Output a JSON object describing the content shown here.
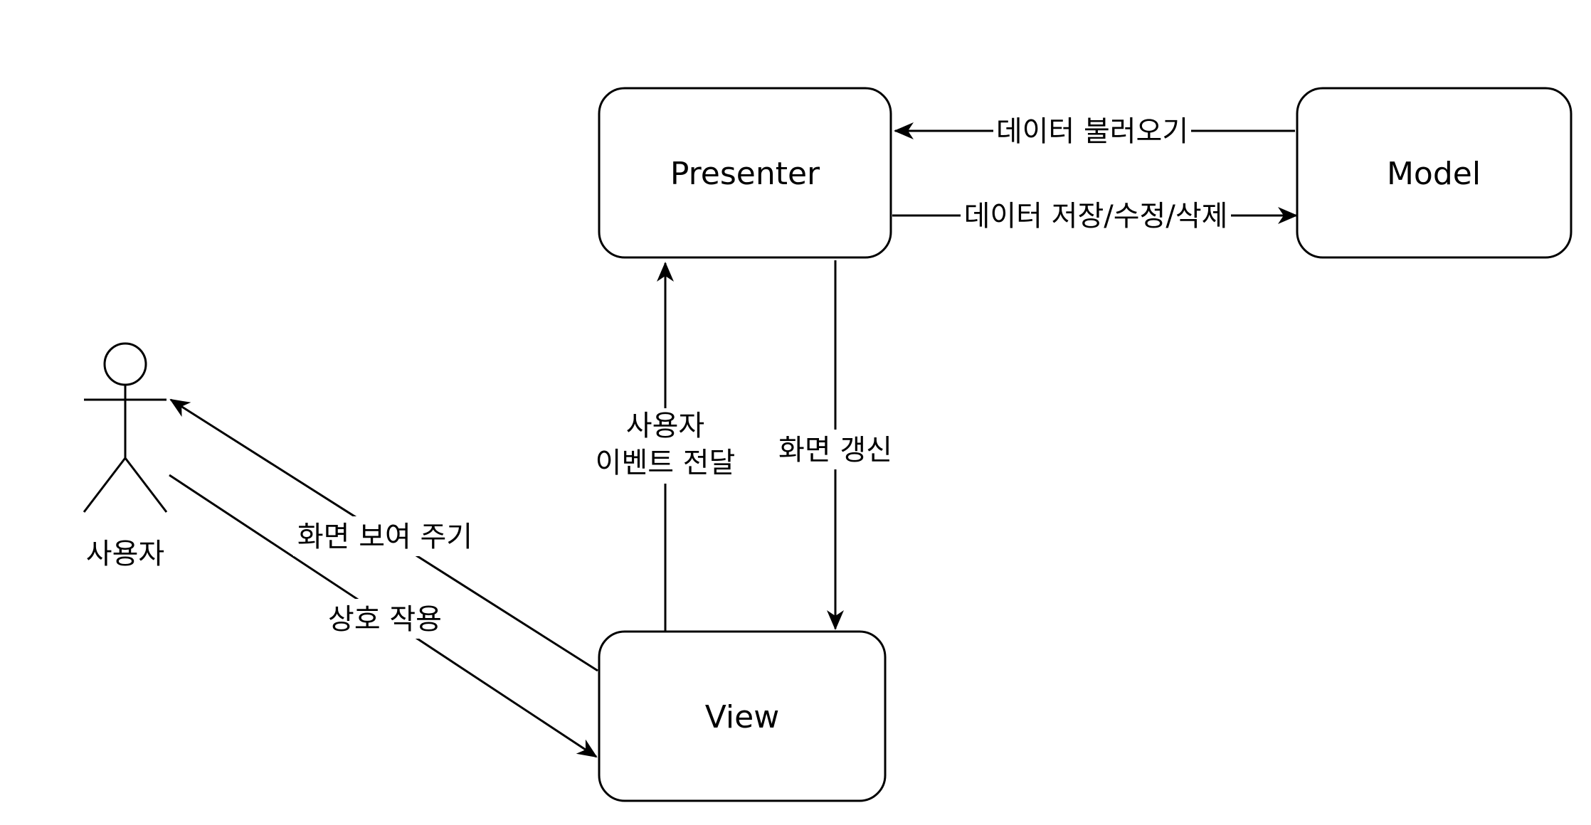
{
  "nodes": {
    "presenter": {
      "label": "Presenter"
    },
    "model": {
      "label": "Model"
    },
    "view": {
      "label": "View"
    },
    "user": {
      "label": "사용자"
    }
  },
  "edges": {
    "model_to_presenter": {
      "label": "데이터 불러오기"
    },
    "presenter_to_model": {
      "label": "데이터 저장/수정/삭제"
    },
    "view_to_presenter": {
      "label_line1": "사용자",
      "label_line2": "이벤트 전달"
    },
    "presenter_to_view": {
      "label": "화면 갱신"
    },
    "view_to_user": {
      "label": "화면 보여 주기"
    },
    "user_to_view": {
      "label": "상호 작용"
    }
  },
  "colors": {
    "stroke": "#000000",
    "fill": "#ffffff"
  }
}
